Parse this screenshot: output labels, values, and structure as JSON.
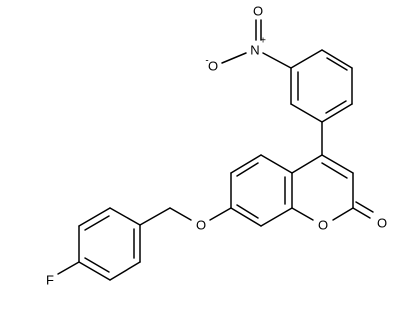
{
  "molecule": {
    "atoms": {
      "nitro_N": "N",
      "nitro_N_charge": "+",
      "nitro_O_upper": "O",
      "nitro_O_lower": "O",
      "nitro_O_lower_charge": "-",
      "ether_O": "O",
      "ring_O": "O",
      "carbonyl_O": "O",
      "fluorine": "F"
    }
  }
}
